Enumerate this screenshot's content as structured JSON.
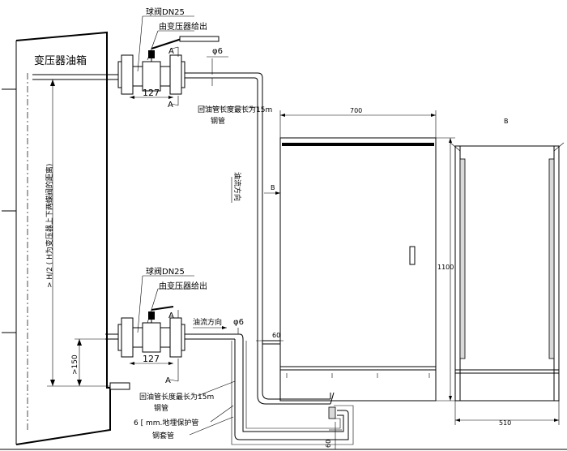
{
  "labels": {
    "tank": "变压器油箱",
    "valve_top": "球阀DN25",
    "from_transformer_top": "由变压器给出",
    "phi6_top": "φ6",
    "dim127_top": "127",
    "section_a1": "A",
    "section_a2": "A",
    "return_pipe_top": "回油管长度最长为15m",
    "steel_pipe_top": "钢管",
    "flow_direction_vertical": "油流方向",
    "height_note": "> H/2 ( H为变压器上下两蝶阀的距离)",
    "valve_bottom": "球阀DN25",
    "from_transformer_bottom": "由变压器给出",
    "flow_direction_horizontal": "油流方向",
    "phi6_bottom": "φ6",
    "dim127_bottom": "127",
    "section_a3": "A",
    "section_a4": "A",
    "dim150": ">150",
    "return_pipe_bottom": "回油管长度最长为15m",
    "steel_pipe_bottom": "钢管",
    "protect_pipe": "6 [ mm.地埋保护管",
    "steel_sleeve": "钢套管",
    "view_b_mark": "B",
    "view_b_title": "B",
    "width700": "700",
    "height1100": "1100",
    "gap60_right": "60",
    "gap60_bottom": "60",
    "width510": "510"
  }
}
